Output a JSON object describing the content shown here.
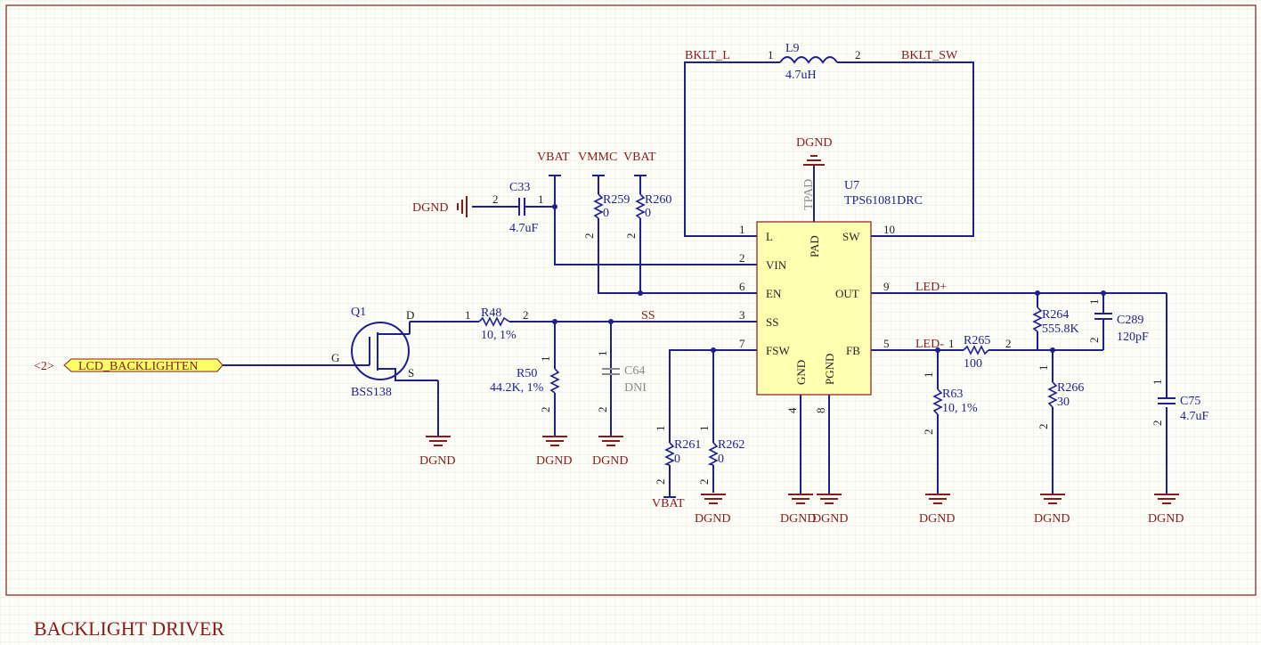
{
  "sheet_title": "BACKLIGHT DRIVER",
  "colors": {
    "wire": "#1f1f8f",
    "label": "#8a1a1a",
    "ic_fill": "#ffffb0",
    "dni": "#8a8a8a"
  },
  "ic": {
    "designator": "U7",
    "part": "TPS61081DRC",
    "pins_left": [
      "L",
      "VIN",
      "EN",
      "SS",
      "FSW"
    ],
    "pins_left_nums": [
      "1",
      "2",
      "6",
      "3",
      "7"
    ],
    "pins_right": [
      "SW",
      "OUT",
      "FB"
    ],
    "pins_right_nums": [
      "10",
      "9",
      "5"
    ],
    "pad_label": "PAD",
    "tpad_label": "TPAD",
    "bottom_pins": [
      "GND",
      "PGND"
    ],
    "bottom_nums": [
      "4",
      "8"
    ]
  },
  "inductor": {
    "ref": "L9",
    "value": "4.7uH",
    "pin1": "1",
    "pin2": "2"
  },
  "nets": {
    "bklt_l": "BKLT_L",
    "bklt_sw": "BKLT_SW",
    "led_plus": "LED+",
    "led_minus": "LED-",
    "ss": "SS",
    "vbat": "VBAT",
    "vmmc": "VMMC",
    "dgnd": "DGND"
  },
  "port": {
    "index": "<2>",
    "name": "LCD_BACKLIGHTEN"
  },
  "transistor": {
    "ref": "Q1",
    "part": "BSS138",
    "d": "D",
    "g": "G",
    "s": "S"
  },
  "components": {
    "c33": {
      "ref": "C33",
      "value": "4.7uF",
      "p1": "1",
      "p2": "2"
    },
    "r259": {
      "ref": "R259",
      "value": "0"
    },
    "r260": {
      "ref": "R260",
      "value": "0"
    },
    "r48": {
      "ref": "R48",
      "value": "10, 1%",
      "p1": "1",
      "p2": "2"
    },
    "r50": {
      "ref": "R50",
      "value": "44.2K, 1%"
    },
    "c64": {
      "ref": "C64",
      "value": "DNI"
    },
    "r261": {
      "ref": "R261",
      "value": "0"
    },
    "r262": {
      "ref": "R262",
      "value": "0"
    },
    "r264": {
      "ref": "R264",
      "value": "555.8K"
    },
    "c289": {
      "ref": "C289",
      "value": "120pF"
    },
    "r265": {
      "ref": "R265",
      "value": "100",
      "p1": "1",
      "p2": "2"
    },
    "r63": {
      "ref": "R63",
      "value": "10, 1%"
    },
    "r266": {
      "ref": "R266",
      "value": "30"
    },
    "c75": {
      "ref": "C75",
      "value": "4.7uF"
    }
  },
  "pin_labels": {
    "one": "1",
    "two": "2"
  }
}
